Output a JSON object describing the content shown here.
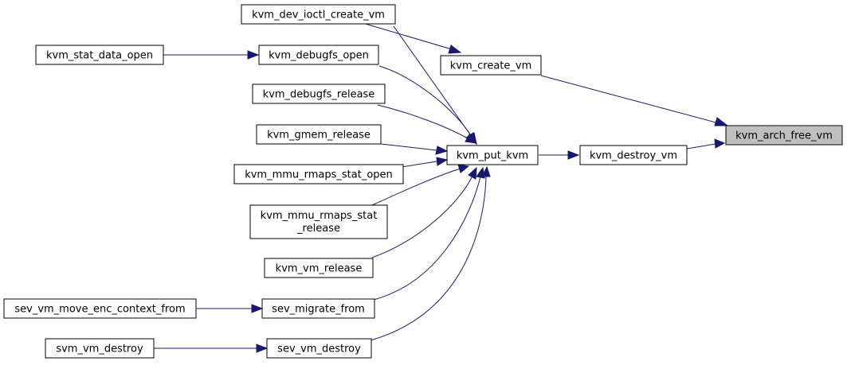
{
  "graph": {
    "nodes": {
      "kvm_arch_free_vm": "kvm_arch_free_vm",
      "kvm_create_vm": "kvm_create_vm",
      "kvm_destroy_vm": "kvm_destroy_vm",
      "kvm_dev_ioctl_create_vm": "kvm_dev_ioctl_create_vm",
      "kvm_put_kvm": "kvm_put_kvm",
      "kvm_debugfs_open": "kvm_debugfs_open",
      "kvm_debugfs_release": "kvm_debugfs_release",
      "kvm_gmem_release": "kvm_gmem_release",
      "kvm_mmu_rmaps_stat_open": "kvm_mmu_rmaps_stat_open",
      "kvm_mmu_rmaps_stat_release_line1": "kvm_mmu_rmaps_stat",
      "kvm_mmu_rmaps_stat_release_line2": "_release",
      "kvm_vm_release": "kvm_vm_release",
      "sev_migrate_from": "sev_migrate_from",
      "sev_vm_destroy": "sev_vm_destroy",
      "kvm_stat_data_open": "kvm_stat_data_open",
      "sev_vm_move_enc_context_from": "sev_vm_move_enc_context_from",
      "svm_vm_destroy": "svm_vm_destroy"
    },
    "colors": {
      "edge": "#191970",
      "highlight_fill": "#bfbfbf",
      "node_fill": "#ffffff",
      "node_border": "#000000"
    }
  }
}
